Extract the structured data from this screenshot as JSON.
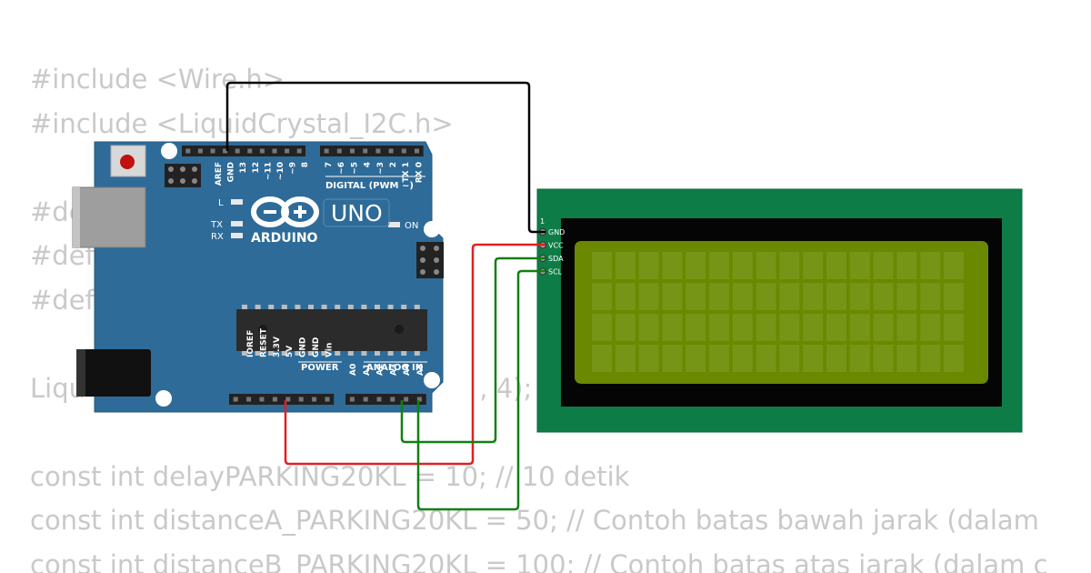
{
  "code_lines": [
    "#include <Wire.h>",
    "#include <LiquidCrystal_I2C.h>",
    "",
    "#de",
    "#def",
    "#def",
    "",
    "Liqu                                               , 4);",
    "",
    "const int delayPARKING20KL = 10; // 10 detik",
    "const int distanceA_PARKING20KL = 50; // Contoh batas bawah jarak (dalam",
    "const int distanceB_PARKING20KL = 100; // Contoh batas atas jarak (dalam c"
  ],
  "arduino": {
    "brand": "ARDUINO",
    "model": "UNO",
    "digital_label": "DIGITAL (PWM ~)",
    "power_label": "POWER",
    "analog_label": "ANALOG IN",
    "led_l": "L",
    "led_tx": "TX",
    "led_rx": "RX",
    "led_on": "ON",
    "digital_pins_left": [
      "AREF",
      "GND",
      "13",
      "12",
      "~11",
      "~10",
      "~9",
      "8"
    ],
    "digital_pins_right": [
      "7",
      "~6",
      "~5",
      "4",
      "~3",
      "2",
      "TX 1",
      "RX 0"
    ],
    "power_pins": [
      "IOREF",
      "RESET",
      "3.3V",
      "5V",
      "GND",
      "GND",
      "Vin"
    ],
    "analog_pins": [
      "A0",
      "A1",
      "A2",
      "A3",
      "A4",
      "A5"
    ]
  },
  "lcd": {
    "pin_index": "1",
    "pins": [
      "GND",
      "VCC",
      "SDA",
      "SCL"
    ],
    "columns": 16,
    "rows": 4
  },
  "wires": [
    {
      "from": "GND",
      "to": "LCD GND",
      "color": "#000000"
    },
    {
      "from": "5V",
      "to": "LCD VCC",
      "color": "#e02020"
    },
    {
      "from": "A4",
      "to": "LCD SDA",
      "color": "#108010"
    },
    {
      "from": "A5",
      "to": "LCD SCL",
      "color": "#108010"
    }
  ],
  "colors": {
    "board": "#2e6b98",
    "lcd_pcb": "#0e7c46",
    "lcd_screen": "#6a8800",
    "code_text": "#c9c9c9"
  }
}
